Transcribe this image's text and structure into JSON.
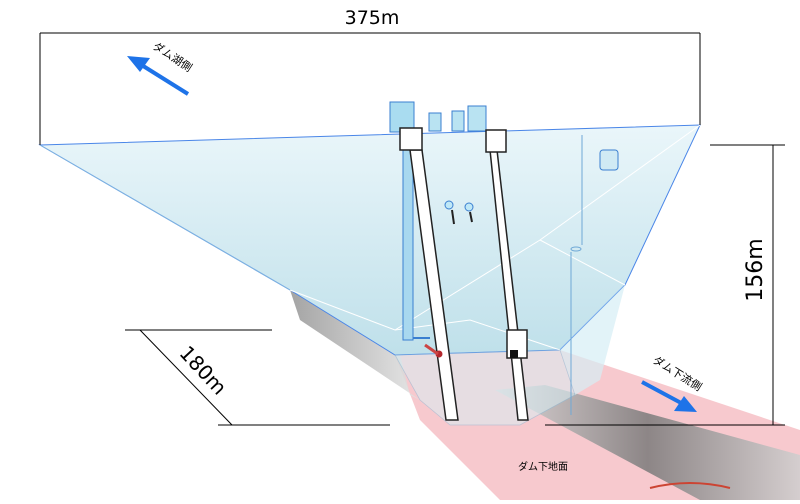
{
  "labels": {
    "crest_width": "375m",
    "height": "156m",
    "depth": "180m",
    "upstream": "ダム湖側",
    "downstream": "ダム下流側",
    "ground": "ダム下地面"
  },
  "colors": {
    "dam_face": "#cfe8f1",
    "dam_edge": "#4a86e8",
    "ground_pink": "#f4b8c0",
    "channel_gray": "#8c8c8c",
    "arrow_blue": "#1e73e8"
  }
}
